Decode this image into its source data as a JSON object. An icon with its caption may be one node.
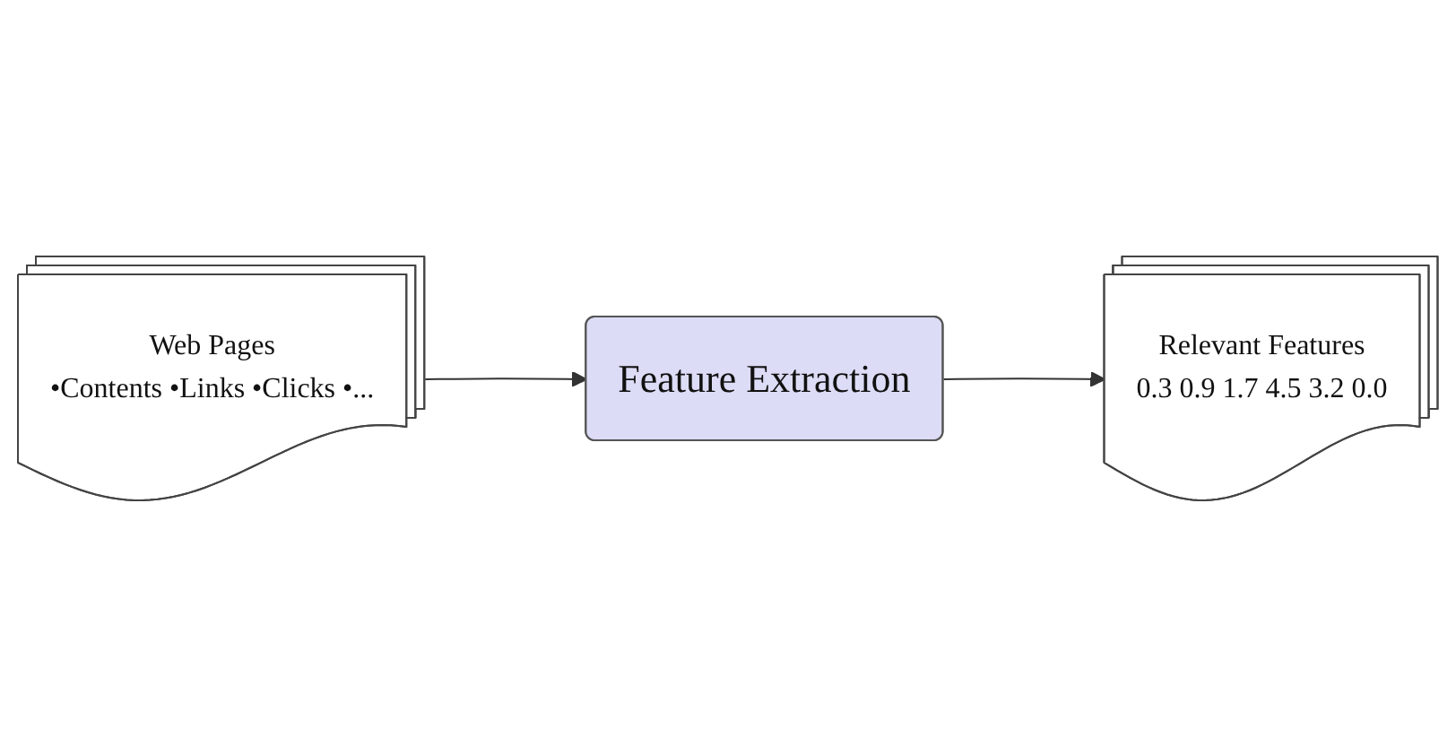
{
  "diagram": {
    "nodes": [
      {
        "text": [
          "Web Pages",
          "•Contents •Links •Clicks •..."
        ]
      },
      {
        "text": [
          "Feature Extraction"
        ]
      },
      {
        "text": [
          "Relevant Features",
          "0.3 0.9 1.7 4.5 3.2 0.0"
        ]
      }
    ],
    "edges": [
      {
        "from": 0,
        "to": 1,
        "arrow": "to"
      },
      {
        "from": 1,
        "to": 2,
        "arrow": "to"
      }
    ]
  }
}
